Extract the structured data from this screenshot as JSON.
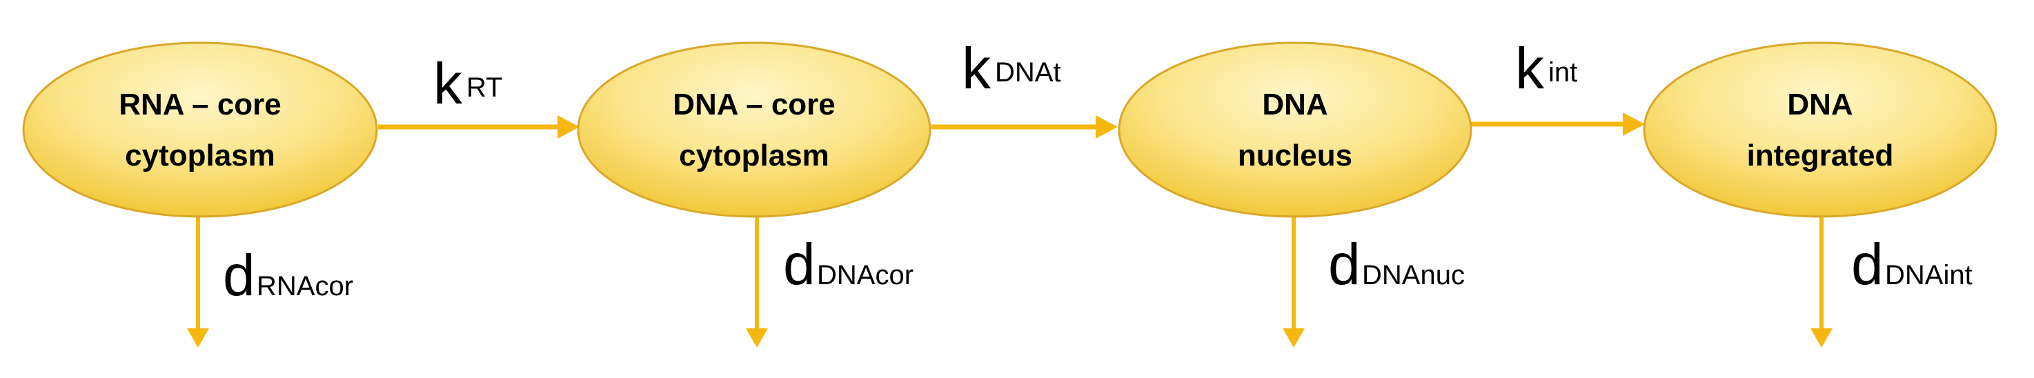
{
  "diagram": {
    "colors": {
      "arrow": "#F6B810",
      "node_fill_top": "#FFF6C8",
      "node_fill_bottom": "#F7D24F",
      "node_stroke": "#D9A82B"
    },
    "nodes": [
      {
        "id": "rna-core-cytoplasm",
        "line1": "RNA – core",
        "line2": "cytoplasm"
      },
      {
        "id": "dna-core-cytoplasm",
        "line1": "DNA – core",
        "line2": "cytoplasm"
      },
      {
        "id": "dna-nucleus",
        "line1": "DNA",
        "line2": "nucleus"
      },
      {
        "id": "dna-integrated",
        "line1": "DNA",
        "line2": "integrated"
      }
    ],
    "transitions": [
      {
        "from": "rna-core-cytoplasm",
        "to": "dna-core-cytoplasm",
        "symbol": "k",
        "subscript": "RT"
      },
      {
        "from": "dna-core-cytoplasm",
        "to": "dna-nucleus",
        "symbol": "k",
        "subscript": "DNAt"
      },
      {
        "from": "dna-nucleus",
        "to": "dna-integrated",
        "symbol": "k",
        "subscript": "int"
      }
    ],
    "decays": [
      {
        "node": "rna-core-cytoplasm",
        "symbol": "d",
        "subscript": "RNAcor"
      },
      {
        "node": "dna-core-cytoplasm",
        "symbol": "d",
        "subscript": "DNAcor"
      },
      {
        "node": "dna-nucleus",
        "symbol": "d",
        "subscript": "DNAnuc"
      },
      {
        "node": "dna-integrated",
        "symbol": "d",
        "subscript": "DNAint"
      }
    ]
  }
}
